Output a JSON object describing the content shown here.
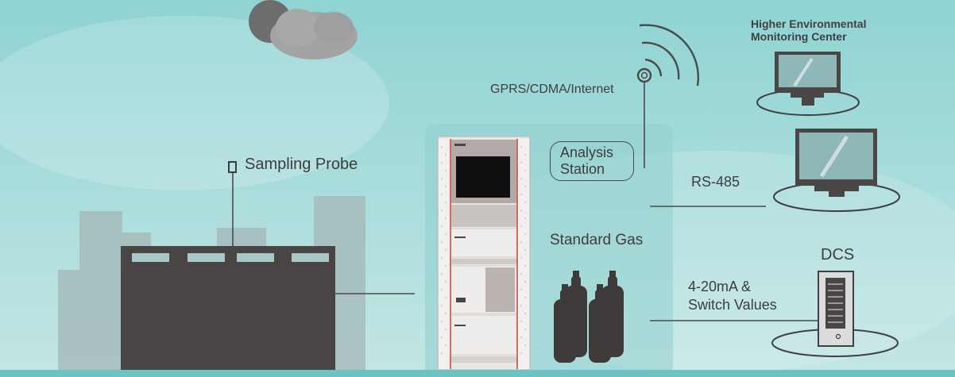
{
  "labels": {
    "gprs": "GPRS/CDMA/Internet",
    "sampling_probe": "Sampling Probe",
    "higher_center": "Higher Environmental\nMonitoring Center",
    "analysis_station": "Analysis\nStation",
    "rs485": "RS-485",
    "standard_gas": "Standard Gas",
    "dcs": "DCS",
    "analog_output": "4-20mA &\nSwitch Values"
  },
  "colors": {
    "sky_top": "#8fd3d3",
    "sky_bottom": "#bde4e2",
    "ground": "#6cc3c1",
    "building": "#4a4545",
    "building_ghost": "#9fb8b8",
    "line": "#4a4a4a",
    "cabinet_frame": "#c0392b"
  }
}
